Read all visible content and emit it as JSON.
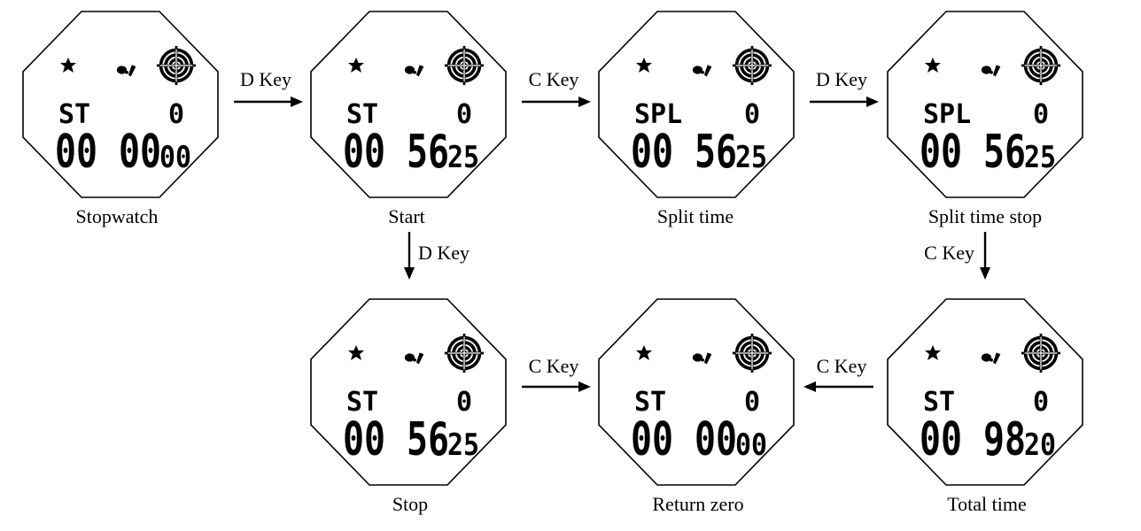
{
  "colors": {
    "ink": "#000000",
    "background": "#ffffff"
  },
  "watches": [
    {
      "id": "stopwatch",
      "label": "Stopwatch",
      "mode": "ST",
      "lap": "0",
      "main": "00 00",
      "sub": "00"
    },
    {
      "id": "start",
      "label": "Start",
      "mode": "ST",
      "lap": "0",
      "main": "00 56",
      "sub": "25"
    },
    {
      "id": "split-time",
      "label": "Split time",
      "mode": "SPL",
      "lap": "0",
      "main": "00 56",
      "sub": "25"
    },
    {
      "id": "split-time-stop",
      "label": "Split time stop",
      "mode": "SPL",
      "lap": "0",
      "main": "00 56",
      "sub": "25"
    },
    {
      "id": "stop",
      "label": "Stop",
      "mode": "ST",
      "lap": "0",
      "main": "00 56",
      "sub": "25"
    },
    {
      "id": "return-zero",
      "label": "Return zero",
      "mode": "ST",
      "lap": "0",
      "main": "00 00",
      "sub": "00"
    },
    {
      "id": "total-time",
      "label": "Total time",
      "mode": "ST",
      "lap": "0",
      "main": "00 98",
      "sub": "20"
    }
  ],
  "icons": [
    "star-icon",
    "chronograph-hands-icon",
    "target-dial-icon"
  ],
  "transitions": [
    {
      "from": "stopwatch",
      "to": "start",
      "key": "D Key",
      "direction": "right"
    },
    {
      "from": "start",
      "to": "split-time",
      "key": "C Key",
      "direction": "right"
    },
    {
      "from": "split-time",
      "to": "split-time-stop",
      "key": "D Key",
      "direction": "right"
    },
    {
      "from": "start",
      "to": "stop",
      "key": "D Key",
      "direction": "down"
    },
    {
      "from": "split-time-stop",
      "to": "total-time",
      "key": "C Key",
      "direction": "down"
    },
    {
      "from": "stop",
      "to": "return-zero",
      "key": "C Key",
      "direction": "right"
    },
    {
      "from": "total-time",
      "to": "return-zero",
      "key": "C Key",
      "direction": "left"
    }
  ]
}
